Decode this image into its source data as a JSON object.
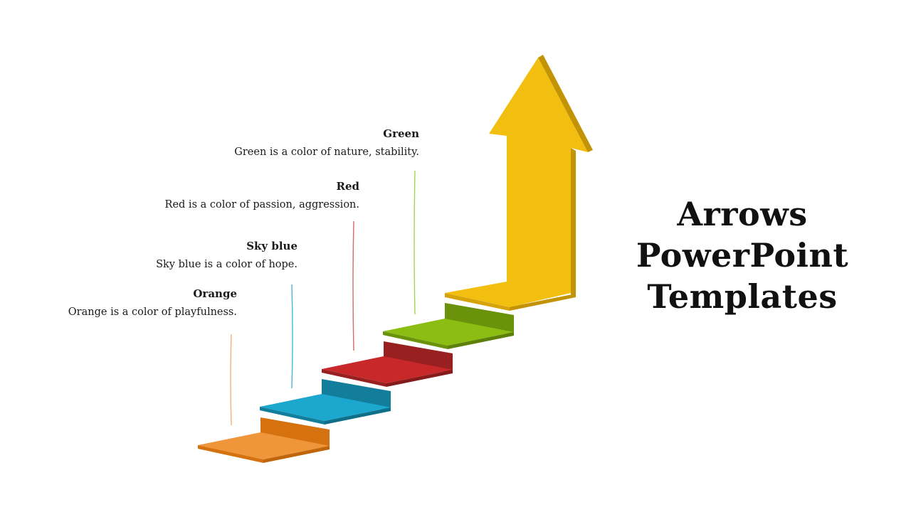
{
  "slide": {
    "title_lines": [
      "Arrows",
      "PowerPoint",
      "Templates"
    ]
  },
  "steps": [
    {
      "title": "Orange",
      "description": "Orange is a color of playfulness.",
      "top_color": "#F0963A",
      "riser_color": "#D5720F",
      "line_color": "#F0B27A"
    },
    {
      "title": "Sky blue",
      "description": "Sky blue is a color of hope.",
      "top_color": "#1BA7CE",
      "riser_color": "#137E9C",
      "line_color": "#43B7D6"
    },
    {
      "title": "Red",
      "description": "Red is a color of passion, aggression.",
      "top_color": "#C8282A",
      "riser_color": "#982020",
      "line_color": "#D46A6A"
    },
    {
      "title": "Green",
      "description": "Green is a color of nature, stability.",
      "top_color": "#8CBD13",
      "riser_color": "#6A920B",
      "line_color": "#A9D160"
    }
  ],
  "arrow": {
    "face_color": "#F2BE0F",
    "side_color": "#C39306"
  }
}
